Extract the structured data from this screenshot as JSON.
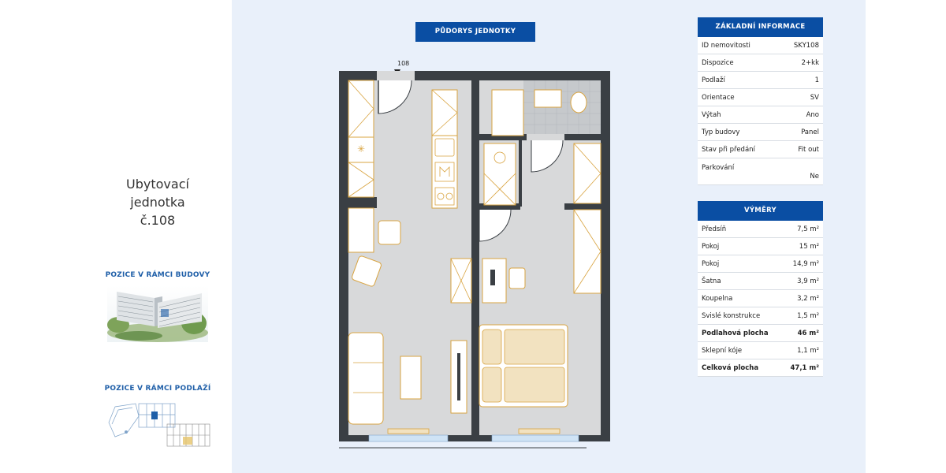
{
  "left": {
    "unit_title_line1": "Ubytovací",
    "unit_title_line2": "jednotka",
    "unit_title_line3": "č.108",
    "building_position_label": "POZICE V RÁMCI BUDOVY",
    "floor_position_label": "POZICE V RÁMCI PODLAŽÍ"
  },
  "plan": {
    "header": "PŮDORYS JEDNOTKY",
    "door_label": "108"
  },
  "basic_info": {
    "title": "ZÁKLADNÍ INFORMACE",
    "rows": [
      {
        "key": "ID nemovitosti",
        "value": "SKY108"
      },
      {
        "key": "Dispozice",
        "value": "2+kk"
      },
      {
        "key": "Podlaží",
        "value": "1"
      },
      {
        "key": "Orientace",
        "value": "SV"
      },
      {
        "key": "Výtah",
        "value": "Ano"
      },
      {
        "key": "Typ budovy",
        "value": "Panel"
      },
      {
        "key": "Stav při předání",
        "value": "Fit out"
      },
      {
        "key": "Parkování",
        "value": "Ne"
      }
    ]
  },
  "areas": {
    "title": "VÝMĚRY",
    "rows": [
      {
        "key": "Předsíň",
        "value": "7,5 m²"
      },
      {
        "key": "Pokoj",
        "value": "15 m²"
      },
      {
        "key": "Pokoj",
        "value": "14,9 m²"
      },
      {
        "key": "Šatna",
        "value": "3,9 m²"
      },
      {
        "key": "Koupelna",
        "value": "3,2 m²"
      },
      {
        "key": "Svislé konstrukce",
        "value": "1,5 m²"
      },
      {
        "key": "Podlahová plocha",
        "value": "46 m²"
      },
      {
        "key": "Sklepní kóje",
        "value": "1,1 m²"
      },
      {
        "key": "Celková plocha",
        "value": "47,1 m²"
      }
    ]
  },
  "colors": {
    "accent": "#0a4ea3",
    "background": "#e9f0fa",
    "wall": "#3a3f44",
    "furniture": "#d9a441",
    "floor": "#d8d9da"
  }
}
